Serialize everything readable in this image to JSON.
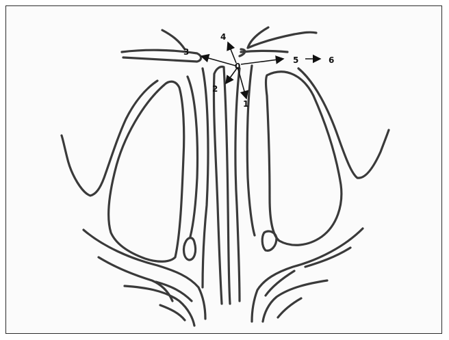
{
  "labels": {
    "origin": "0",
    "l1": "1",
    "l2": "2",
    "l3": "3",
    "l4": "4",
    "l5": "5",
    "l6": "6"
  },
  "colors": {
    "ink": "#3a3a3a",
    "arrow": "#111111",
    "paper": "#fbfbfb"
  }
}
